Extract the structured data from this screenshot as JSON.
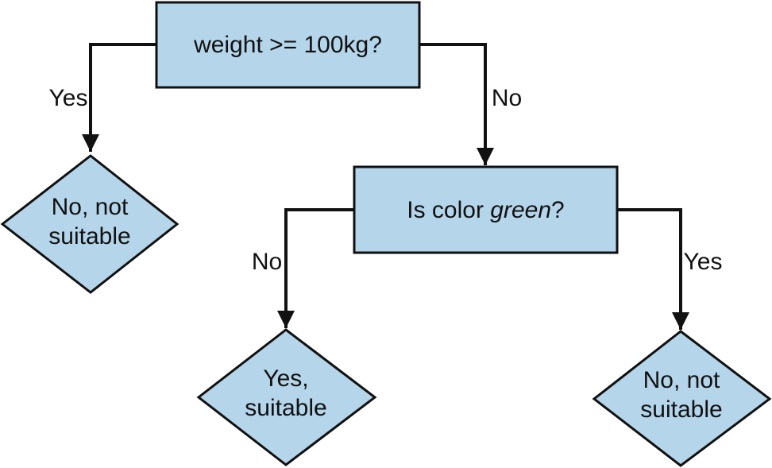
{
  "colors": {
    "node_fill": "#b5d5ea",
    "stroke": "#111111",
    "text": "#111111",
    "background": "#ffffff"
  },
  "nodes": {
    "weight_question": {
      "text": "weight >= 100kg?"
    },
    "color_question": {
      "text_prefix": "Is color ",
      "text_emphasis": "green",
      "text_suffix": "?"
    },
    "leaf_heavy": {
      "line1": "No, not",
      "line2": "suitable"
    },
    "leaf_not_green": {
      "line1": "Yes,",
      "line2": "suitable"
    },
    "leaf_green": {
      "line1": "No, not",
      "line2": "suitable"
    }
  },
  "edges": {
    "weight_yes": "Yes",
    "weight_no": "No",
    "color_no": "No",
    "color_yes": "Yes"
  }
}
